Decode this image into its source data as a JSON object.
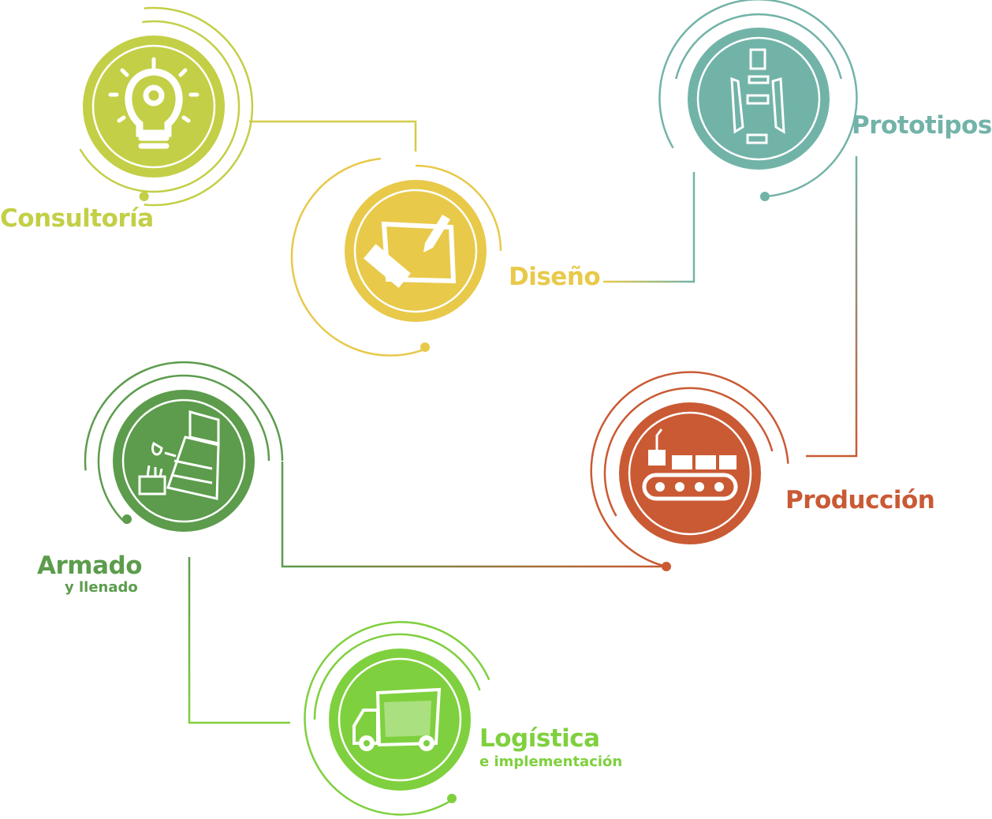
{
  "steps": [
    {
      "key": "consultoria",
      "title": "Consultoría",
      "subtitle": "",
      "color": "#c3cf46",
      "icon": "lightbulb-icon"
    },
    {
      "key": "diseno",
      "title": "Diseño",
      "subtitle": "",
      "color": "#e8c94a",
      "icon": "design-ruler-pencil-icon"
    },
    {
      "key": "prototipos",
      "title": "Prototipos",
      "subtitle": "",
      "color": "#72b3a8",
      "icon": "display-stand-prototype-icon"
    },
    {
      "key": "produccion",
      "title": "Producción",
      "subtitle": "",
      "color": "#c95a34",
      "icon": "conveyor-belt-icon"
    },
    {
      "key": "armado",
      "title": "Armado",
      "subtitle": "y llenado",
      "color": "#5c9c4c",
      "icon": "display-assembly-icon"
    },
    {
      "key": "logistica",
      "title": "Logística",
      "subtitle": "e implementación",
      "color": "#7fd03e",
      "icon": "delivery-truck-icon"
    }
  ]
}
